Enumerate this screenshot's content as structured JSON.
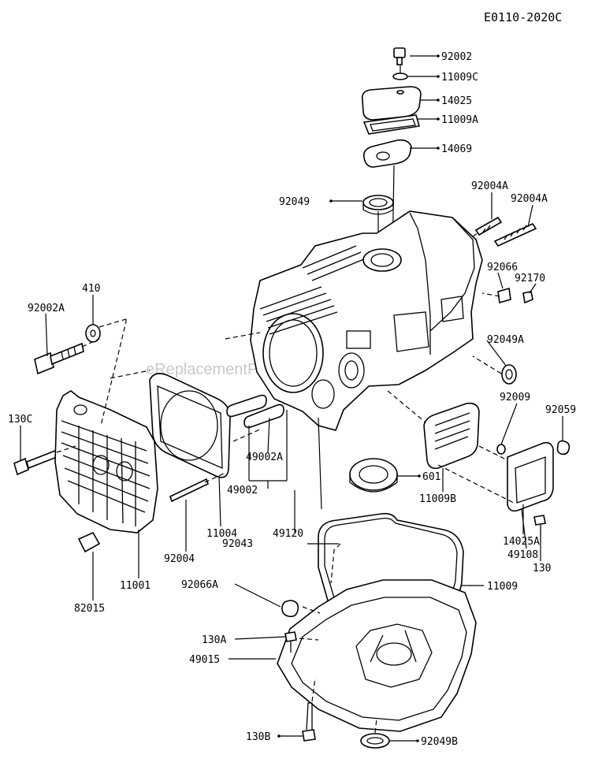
{
  "diagram_code": "E0110-2020C",
  "watermark": "eReplacementParts.com",
  "callouts": [
    {
      "id": "c-92002",
      "label": "92002"
    },
    {
      "id": "c-11009C",
      "label": "11009C"
    },
    {
      "id": "c-14025",
      "label": "14025"
    },
    {
      "id": "c-11009A",
      "label": "11009A"
    },
    {
      "id": "c-14069",
      "label": "14069"
    },
    {
      "id": "c-92049",
      "label": "92049"
    },
    {
      "id": "c-92004A-1",
      "label": "92004A"
    },
    {
      "id": "c-92004A-2",
      "label": "92004A"
    },
    {
      "id": "c-92066",
      "label": "92066"
    },
    {
      "id": "c-92170",
      "label": "92170"
    },
    {
      "id": "c-410",
      "label": "410"
    },
    {
      "id": "c-92002A",
      "label": "92002A"
    },
    {
      "id": "c-92049A",
      "label": "92049A"
    },
    {
      "id": "c-130C",
      "label": "130C"
    },
    {
      "id": "c-92009",
      "label": "92009"
    },
    {
      "id": "c-92059",
      "label": "92059"
    },
    {
      "id": "c-49002A",
      "label": "49002A"
    },
    {
      "id": "c-601",
      "label": "601"
    },
    {
      "id": "c-49002",
      "label": "49002"
    },
    {
      "id": "c-11009B",
      "label": "11009B"
    },
    {
      "id": "c-11004",
      "label": "11004"
    },
    {
      "id": "c-49120",
      "label": "49120"
    },
    {
      "id": "c-14025A",
      "label": "14025A"
    },
    {
      "id": "c-92043",
      "label": "92043"
    },
    {
      "id": "c-49108",
      "label": "49108"
    },
    {
      "id": "c-92004",
      "label": "92004"
    },
    {
      "id": "c-130",
      "label": "130"
    },
    {
      "id": "c-11001",
      "label": "11001"
    },
    {
      "id": "c-92066A",
      "label": "92066A"
    },
    {
      "id": "c-11009",
      "label": "11009"
    },
    {
      "id": "c-82015",
      "label": "82015"
    },
    {
      "id": "c-130A",
      "label": "130A"
    },
    {
      "id": "c-49015",
      "label": "49015"
    },
    {
      "id": "c-130B",
      "label": "130B"
    },
    {
      "id": "c-92049B",
      "label": "92049B"
    }
  ]
}
